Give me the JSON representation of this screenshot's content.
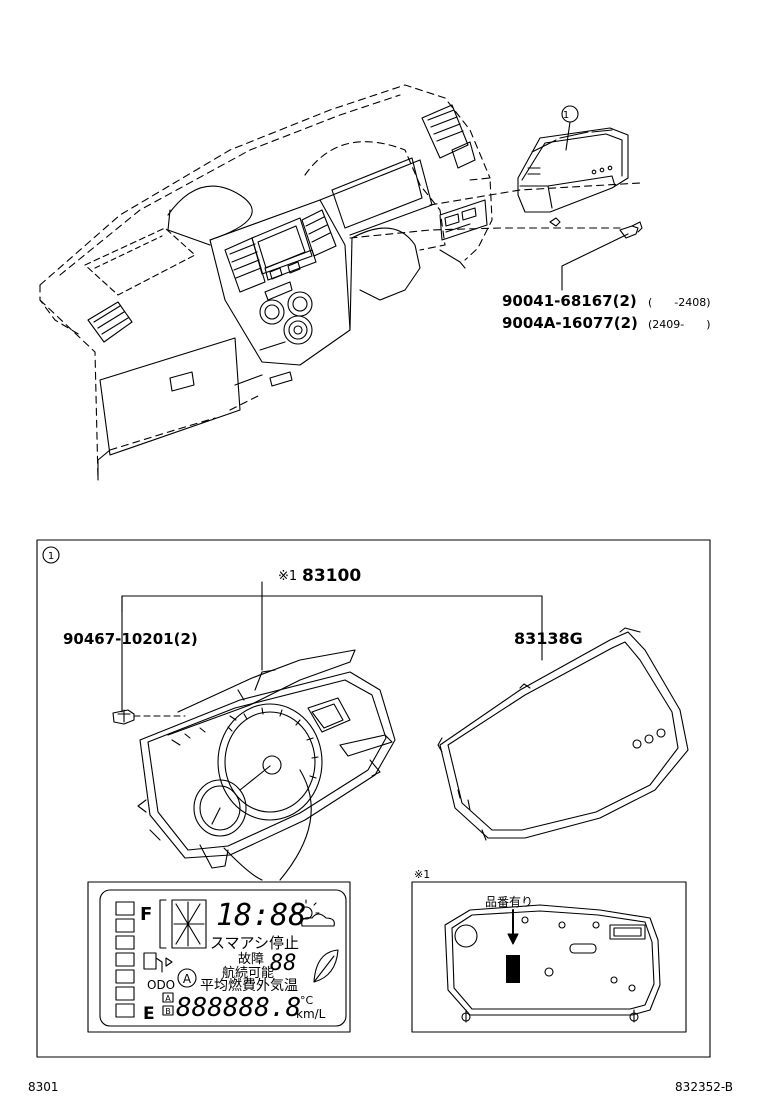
{
  "callout": {
    "marker": "1"
  },
  "parts": {
    "bolt_a": {
      "number": "90041-68167(2)",
      "range": "(　　-2408)"
    },
    "bolt_b": {
      "number": "9004A-16077(2)",
      "range": "(2409-　　)"
    },
    "meter_assy": {
      "prefix": "※1",
      "number": "83100"
    },
    "screw": {
      "number": "90467-10201(2)"
    },
    "glass": {
      "number": "83138G"
    }
  },
  "display": {
    "fuel_full": "F",
    "fuel_empty": "E",
    "clock": "18:88",
    "stop_text": "スマアシ停止",
    "fault": "故障",
    "range_text": "航続可能",
    "odo": "ODO",
    "mode": "A",
    "avg_text": "平均燃費外気温",
    "trip_a": "A",
    "trip_b": "B",
    "digits": "888888.8",
    "celsius": "°C",
    "unit": "km/L"
  },
  "note": {
    "marker": "※1",
    "text": "品番有り"
  },
  "footer": {
    "left": "8301",
    "right": "832352-B"
  }
}
